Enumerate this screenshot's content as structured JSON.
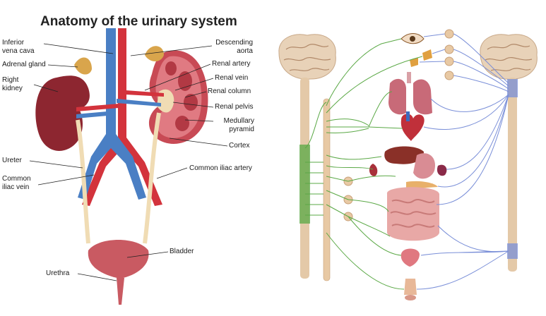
{
  "title": "Anatomy of the urinary system",
  "labels": {
    "inferior_vena_cava": [
      "Inferior",
      "vena cava"
    ],
    "adrenal_gland": "Adrenal gland",
    "right_kidney": [
      "Right",
      "kidney"
    ],
    "ureter": "Ureter",
    "common_iliac_vein": [
      "Common",
      "iliac vein"
    ],
    "urethra": "Urethra",
    "descending_aorta": [
      "Descending",
      "aorta"
    ],
    "renal_artery": "Renal artery",
    "renal_vein": "Renal vein",
    "renal_column": "Renal column",
    "renal_pelvis": "Renal pelvis",
    "medullary_pyramid": [
      "Medullary",
      "pyramid"
    ],
    "cortex": "Cortex",
    "common_iliac_artery": "Common iliac artery",
    "bladder": "Bladder"
  },
  "colors": {
    "vein": "#4a7fc4",
    "artery": "#d3333c",
    "kidney": "#8d2630",
    "kidney_inner": "#c84a55",
    "adrenal": "#d9a54c",
    "ureter": "#f0dcb4",
    "bladder": "#c95a62",
    "brain": "#e8d2b8",
    "spine": "#e4c9a8",
    "sympathetic": "#5aa845",
    "parasympathetic": "#7a8fd8",
    "ganglion": "#e8c9a4"
  }
}
